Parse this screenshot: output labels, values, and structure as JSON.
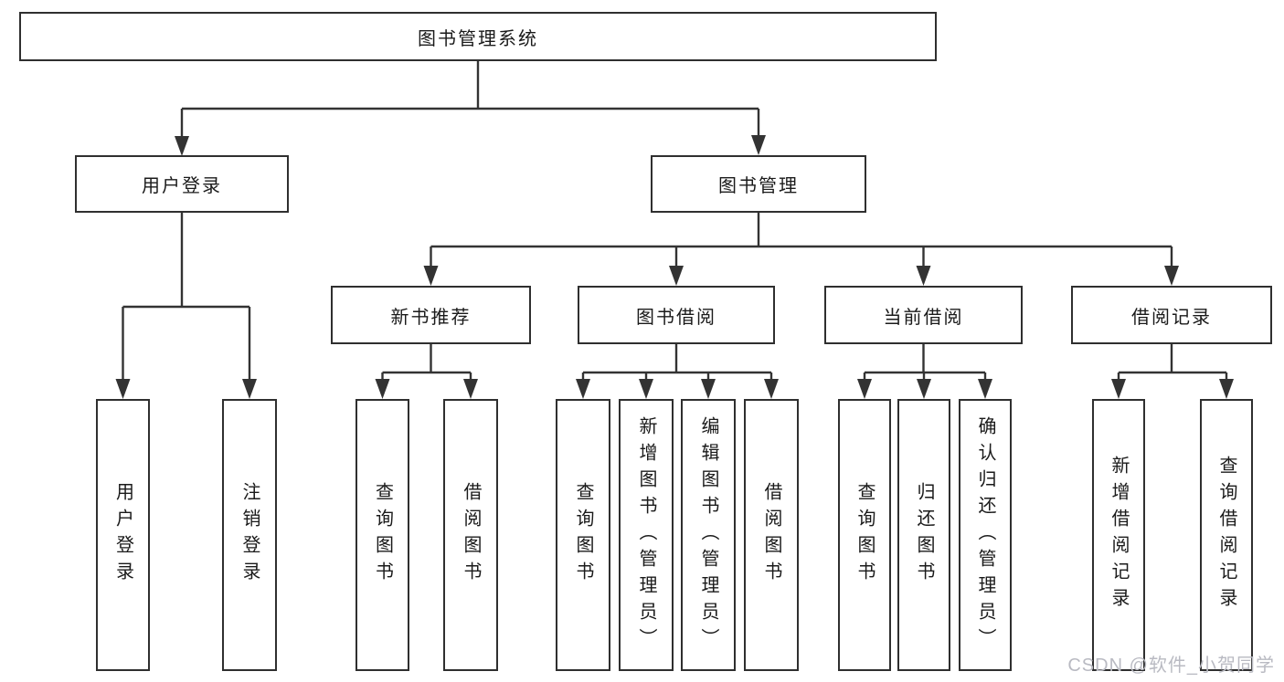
{
  "diagram": {
    "root": {
      "label": "图书管理系统"
    },
    "branches": [
      {
        "label": "用户登录",
        "children": [
          {
            "label": "用户登录"
          },
          {
            "label": "注销登录"
          }
        ]
      },
      {
        "label": "图书管理",
        "children": [
          {
            "label": "新书推荐",
            "children": [
              {
                "label": "查询图书"
              },
              {
                "label": "借阅图书"
              }
            ]
          },
          {
            "label": "图书借阅",
            "children": [
              {
                "label": "查询图书"
              },
              {
                "label": "新增图书（管理员）"
              },
              {
                "label": "编辑图书（管理员）"
              },
              {
                "label": "借阅图书"
              }
            ]
          },
          {
            "label": "当前借阅",
            "children": [
              {
                "label": "查询图书"
              },
              {
                "label": "归还图书"
              },
              {
                "label": "确认归还（管理员）"
              }
            ]
          },
          {
            "label": "借阅记录",
            "children": [
              {
                "label": "新增借阅记录"
              },
              {
                "label": "查询借阅记录"
              }
            ]
          }
        ]
      }
    ]
  },
  "watermark": {
    "text": "CSDN @软件_小贺同学"
  },
  "colors": {
    "line": "#333333",
    "box_border": "#2f2f2f",
    "text": "#1a1a1a",
    "watermark": "#b9bac2",
    "background": "#ffffff"
  }
}
